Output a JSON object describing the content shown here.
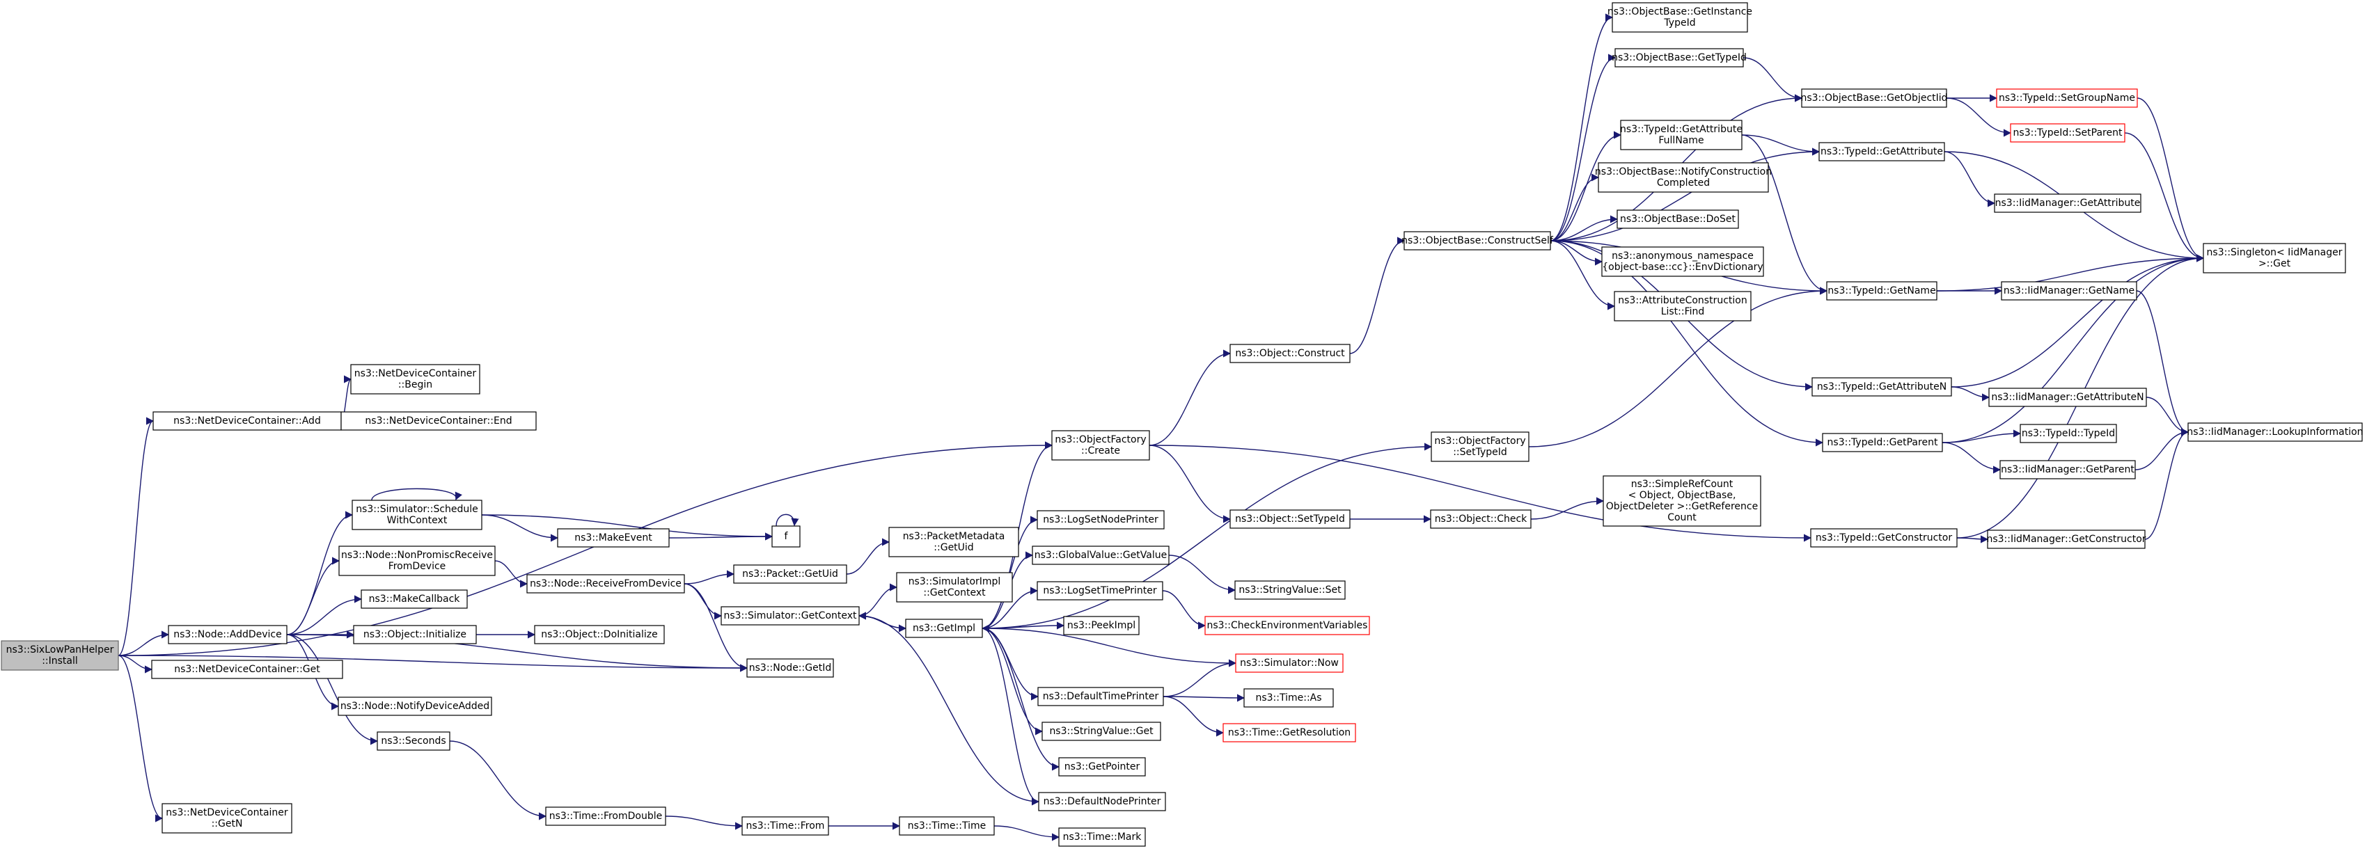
{
  "graph": {
    "colors": {
      "edge": "#191970",
      "node_border": "#000000",
      "missing_border": "#ff0000",
      "root_fill": "#bfbfbf",
      "root_border": "#666666"
    },
    "nodes": [
      {
        "id": "root",
        "lines": [
          "ns3::SixLowPanHelper",
          "::Install"
        ],
        "style": "root"
      },
      {
        "id": "ndc_add",
        "lines": [
          "ns3::NetDeviceContainer::Add"
        ]
      },
      {
        "id": "ndc_begin",
        "lines": [
          "ns3::NetDeviceContainer",
          "::Begin"
        ]
      },
      {
        "id": "ndc_end",
        "lines": [
          "ns3::NetDeviceContainer::End"
        ]
      },
      {
        "id": "node_adddev",
        "lines": [
          "ns3::Node::AddDevice"
        ]
      },
      {
        "id": "ndc_get",
        "lines": [
          "ns3::NetDeviceContainer::Get"
        ]
      },
      {
        "id": "ndc_getn",
        "lines": [
          "ns3::NetDeviceContainer",
          "::GetN"
        ]
      },
      {
        "id": "sim_sched",
        "lines": [
          "ns3::Simulator::Schedule",
          "WithContext"
        ]
      },
      {
        "id": "node_nonprom",
        "lines": [
          "ns3::Node::NonPromiscReceive",
          "FromDevice"
        ]
      },
      {
        "id": "makecb",
        "lines": [
          "ns3::MakeCallback"
        ]
      },
      {
        "id": "obj_init",
        "lines": [
          "ns3::Object::Initialize"
        ]
      },
      {
        "id": "node_notify",
        "lines": [
          "ns3::Node::NotifyDeviceAdded"
        ]
      },
      {
        "id": "seconds",
        "lines": [
          "ns3::Seconds"
        ]
      },
      {
        "id": "makeevent",
        "lines": [
          "ns3::MakeEvent"
        ]
      },
      {
        "id": "f",
        "lines": [
          "f"
        ]
      },
      {
        "id": "node_recv",
        "lines": [
          "ns3::Node::ReceiveFromDevice"
        ]
      },
      {
        "id": "obj_doinit",
        "lines": [
          "ns3::Object::DoInitialize"
        ]
      },
      {
        "id": "node_getid",
        "lines": [
          "ns3::Node::GetId"
        ]
      },
      {
        "id": "time_fromdouble",
        "lines": [
          "ns3::Time::FromDouble"
        ]
      },
      {
        "id": "packet_getuid",
        "lines": [
          "ns3::Packet::GetUid"
        ]
      },
      {
        "id": "sim_getctx",
        "lines": [
          "ns3::Simulator::GetContext"
        ]
      },
      {
        "id": "time_from",
        "lines": [
          "ns3::Time::From"
        ]
      },
      {
        "id": "pktmeta_getuid",
        "lines": [
          "ns3::PacketMetadata",
          "::GetUid"
        ]
      },
      {
        "id": "simimpl_getctx",
        "lines": [
          "ns3::SimulatorImpl",
          "::GetContext"
        ]
      },
      {
        "id": "getimpl",
        "lines": [
          "ns3::GetImpl"
        ]
      },
      {
        "id": "time_time",
        "lines": [
          "ns3::Time::Time"
        ]
      },
      {
        "id": "objfact_create",
        "lines": [
          "ns3::ObjectFactory",
          "::Create"
        ]
      },
      {
        "id": "logsetnodeprinter",
        "lines": [
          "ns3::LogSetNodePrinter"
        ]
      },
      {
        "id": "globalvalue_getvalue",
        "lines": [
          "ns3::GlobalValue::GetValue"
        ]
      },
      {
        "id": "logsettimeprinter",
        "lines": [
          "ns3::LogSetTimePrinter"
        ]
      },
      {
        "id": "peekimpl",
        "lines": [
          "ns3::PeekImpl"
        ]
      },
      {
        "id": "defaulttimeprinter",
        "lines": [
          "ns3::DefaultTimePrinter"
        ]
      },
      {
        "id": "stringvalue_get",
        "lines": [
          "ns3::StringValue::Get"
        ]
      },
      {
        "id": "getpointer",
        "lines": [
          "ns3::GetPointer"
        ]
      },
      {
        "id": "defaultnodeprinter",
        "lines": [
          "ns3::DefaultNodePrinter"
        ]
      },
      {
        "id": "time_mark",
        "lines": [
          "ns3::Time::Mark"
        ]
      },
      {
        "id": "obj_construct",
        "lines": [
          "ns3::Object::Construct"
        ]
      },
      {
        "id": "obj_settypeid",
        "lines": [
          "ns3::Object::SetTypeId"
        ]
      },
      {
        "id": "stringvalue_set",
        "lines": [
          "ns3::StringValue::Set"
        ]
      },
      {
        "id": "checkenv",
        "lines": [
          "ns3::CheckEnvironmentVariables"
        ],
        "style": "red"
      },
      {
        "id": "sim_now",
        "lines": [
          "ns3::Simulator::Now"
        ],
        "style": "red"
      },
      {
        "id": "time_as",
        "lines": [
          "ns3::Time::As"
        ]
      },
      {
        "id": "time_getres",
        "lines": [
          "ns3::Time::GetResolution"
        ],
        "style": "red"
      },
      {
        "id": "objbase_constructself",
        "lines": [
          "ns3::ObjectBase::ConstructSelf"
        ]
      },
      {
        "id": "objfact_settypeid",
        "lines": [
          "ns3::ObjectFactory",
          "::SetTypeId"
        ]
      },
      {
        "id": "obj_check",
        "lines": [
          "ns3::Object::Check"
        ]
      },
      {
        "id": "objbase_getinstancetypeid",
        "lines": [
          "ns3::ObjectBase::GetInstance",
          "TypeId"
        ]
      },
      {
        "id": "objbase_gettypeid",
        "lines": [
          "ns3::ObjectBase::GetTypeId"
        ]
      },
      {
        "id": "typeid_getattrfullname",
        "lines": [
          "ns3::TypeId::GetAttribute",
          "FullName"
        ]
      },
      {
        "id": "objbase_notify",
        "lines": [
          "ns3::ObjectBase::NotifyConstruction",
          "Completed"
        ]
      },
      {
        "id": "objbase_doset",
        "lines": [
          "ns3::ObjectBase::DoSet"
        ]
      },
      {
        "id": "anon_envdict",
        "lines": [
          "ns3::anonymous_namespace",
          "{object-base::cc}::EnvDictionary"
        ]
      },
      {
        "id": "attrconstr_find",
        "lines": [
          "ns3::AttributeConstruction",
          "List::Find"
        ]
      },
      {
        "id": "simplerefcount",
        "lines": [
          "ns3::SimpleRefCount",
          "< Object, ObjectBase,",
          "ObjectDeleter >::GetReference",
          "Count"
        ]
      },
      {
        "id": "objbase_getobjectiid",
        "lines": [
          "ns3::ObjectBase::GetObjectIid"
        ]
      },
      {
        "id": "typeid_getattribute",
        "lines": [
          "ns3::TypeId::GetAttribute"
        ]
      },
      {
        "id": "typeid_getname",
        "lines": [
          "ns3::TypeId::GetName"
        ]
      },
      {
        "id": "typeid_getattributen",
        "lines": [
          "ns3::TypeId::GetAttributeN"
        ]
      },
      {
        "id": "typeid_getparent",
        "lines": [
          "ns3::TypeId::GetParent"
        ]
      },
      {
        "id": "typeid_getconstructor",
        "lines": [
          "ns3::TypeId::GetConstructor"
        ]
      },
      {
        "id": "typeid_setgroupname",
        "lines": [
          "ns3::TypeId::SetGroupName"
        ],
        "style": "red"
      },
      {
        "id": "typeid_setparent",
        "lines": [
          "ns3::TypeId::SetParent"
        ],
        "style": "red"
      },
      {
        "id": "iid_getattribute",
        "lines": [
          "ns3::IidManager::GetAttribute"
        ]
      },
      {
        "id": "iid_getname",
        "lines": [
          "ns3::IidManager::GetName"
        ]
      },
      {
        "id": "iid_getattributen",
        "lines": [
          "ns3::IidManager::GetAttributeN"
        ]
      },
      {
        "id": "typeid_typeid",
        "lines": [
          "ns3::TypeId::TypeId"
        ]
      },
      {
        "id": "iid_getparent",
        "lines": [
          "ns3::IidManager::GetParent"
        ]
      },
      {
        "id": "iid_getconstructor",
        "lines": [
          "ns3::IidManager::GetConstructor"
        ]
      },
      {
        "id": "singleton_get",
        "lines": [
          "ns3::Singleton< IidManager",
          ">::Get"
        ]
      },
      {
        "id": "iid_lookupinfo",
        "lines": [
          "ns3::IidManager::LookupInformation"
        ]
      }
    ],
    "edges": [
      [
        "root",
        "ndc_add"
      ],
      [
        "root",
        "objfact_create"
      ],
      [
        "root",
        "node_adddev"
      ],
      [
        "root",
        "ndc_get"
      ],
      [
        "root",
        "node_getid"
      ],
      [
        "root",
        "ndc_getn"
      ],
      [
        "ndc_add",
        "ndc_begin"
      ],
      [
        "ndc_add",
        "ndc_end"
      ],
      [
        "node_adddev",
        "sim_sched"
      ],
      [
        "node_adddev",
        "node_nonprom"
      ],
      [
        "node_adddev",
        "makecb"
      ],
      [
        "node_adddev",
        "obj_init"
      ],
      [
        "node_adddev",
        "node_getid"
      ],
      [
        "node_adddev",
        "node_notify"
      ],
      [
        "node_adddev",
        "seconds"
      ],
      [
        "sim_sched",
        "sim_sched"
      ],
      [
        "sim_sched",
        "makeevent"
      ],
      [
        "sim_sched",
        "f"
      ],
      [
        "makeevent",
        "f"
      ],
      [
        "f",
        "f"
      ],
      [
        "node_nonprom",
        "node_recv"
      ],
      [
        "obj_init",
        "obj_doinit"
      ],
      [
        "seconds",
        "time_fromdouble"
      ],
      [
        "node_recv",
        "packet_getuid"
      ],
      [
        "node_recv",
        "sim_getctx"
      ],
      [
        "node_recv",
        "node_getid"
      ],
      [
        "packet_getuid",
        "pktmeta_getuid"
      ],
      [
        "sim_getctx",
        "simimpl_getctx"
      ],
      [
        "sim_getctx",
        "getimpl"
      ],
      [
        "time_fromdouble",
        "time_from"
      ],
      [
        "time_from",
        "time_time"
      ],
      [
        "time_time",
        "time_mark"
      ],
      [
        "getimpl",
        "objfact_create"
      ],
      [
        "getimpl",
        "objfact_settypeid"
      ],
      [
        "getimpl",
        "logsetnodeprinter"
      ],
      [
        "getimpl",
        "globalvalue_getvalue"
      ],
      [
        "getimpl",
        "logsettimeprinter"
      ],
      [
        "getimpl",
        "peekimpl"
      ],
      [
        "getimpl",
        "defaulttimeprinter"
      ],
      [
        "getimpl",
        "stringvalue_get"
      ],
      [
        "getimpl",
        "getpointer"
      ],
      [
        "getimpl",
        "defaultnodeprinter"
      ],
      [
        "getimpl",
        "sim_getctx"
      ],
      [
        "globalvalue_getvalue",
        "stringvalue_set"
      ],
      [
        "logsettimeprinter",
        "checkenv"
      ],
      [
        "sim_now",
        "getimpl"
      ],
      [
        "defaulttimeprinter",
        "sim_now"
      ],
      [
        "defaulttimeprinter",
        "time_as"
      ],
      [
        "defaulttimeprinter",
        "time_getres"
      ],
      [
        "defaultnodeprinter",
        "sim_getctx"
      ],
      [
        "objfact_create",
        "obj_construct"
      ],
      [
        "objfact_create",
        "obj_settypeid"
      ],
      [
        "objfact_create",
        "typeid_getconstructor"
      ],
      [
        "obj_construct",
        "objbase_constructself"
      ],
      [
        "obj_settypeid",
        "obj_check"
      ],
      [
        "obj_check",
        "simplerefcount"
      ],
      [
        "objfact_settypeid",
        "typeid_getname"
      ],
      [
        "objbase_constructself",
        "objbase_getinstancetypeid"
      ],
      [
        "objbase_constructself",
        "objbase_gettypeid"
      ],
      [
        "objbase_constructself",
        "objbase_getobjectiid"
      ],
      [
        "objbase_constructself",
        "typeid_getattrfullname"
      ],
      [
        "objbase_constructself",
        "typeid_getattribute"
      ],
      [
        "objbase_constructself",
        "objbase_notify"
      ],
      [
        "objbase_constructself",
        "objbase_doset"
      ],
      [
        "objbase_constructself",
        "anon_envdict"
      ],
      [
        "objbase_constructself",
        "attrconstr_find"
      ],
      [
        "objbase_constructself",
        "typeid_getname"
      ],
      [
        "objbase_constructself",
        "typeid_getattributen"
      ],
      [
        "objbase_constructself",
        "typeid_getparent"
      ],
      [
        "objbase_gettypeid",
        "objbase_getobjectiid"
      ],
      [
        "objbase_getobjectiid",
        "typeid_setgroupname"
      ],
      [
        "objbase_getobjectiid",
        "typeid_setparent"
      ],
      [
        "typeid_getattrfullname",
        "typeid_getattribute"
      ],
      [
        "typeid_getattrfullname",
        "typeid_getname"
      ],
      [
        "typeid_getattribute",
        "iid_getattribute"
      ],
      [
        "typeid_getattribute",
        "singleton_get"
      ],
      [
        "typeid_setgroupname",
        "singleton_get"
      ],
      [
        "typeid_setparent",
        "singleton_get"
      ],
      [
        "typeid_getname",
        "iid_getname"
      ],
      [
        "typeid_getname",
        "singleton_get"
      ],
      [
        "typeid_getattributen",
        "iid_getattributen"
      ],
      [
        "typeid_getattributen",
        "singleton_get"
      ],
      [
        "typeid_getparent",
        "typeid_typeid"
      ],
      [
        "typeid_getparent",
        "iid_getparent"
      ],
      [
        "typeid_getparent",
        "singleton_get"
      ],
      [
        "typeid_getconstructor",
        "iid_getconstructor"
      ],
      [
        "typeid_getconstructor",
        "singleton_get"
      ],
      [
        "iid_getname",
        "iid_lookupinfo"
      ],
      [
        "iid_getattributen",
        "iid_lookupinfo"
      ],
      [
        "iid_getparent",
        "iid_lookupinfo"
      ],
      [
        "iid_getconstructor",
        "iid_lookupinfo"
      ]
    ]
  }
}
